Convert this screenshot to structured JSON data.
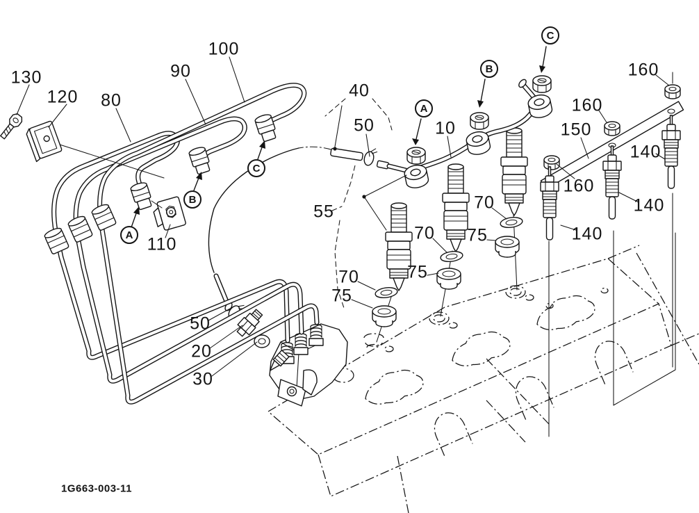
{
  "figure": {
    "part_code": "1G663-003-11"
  },
  "refs": {
    "a": "A",
    "b": "B",
    "c": "C"
  },
  "callouts": {
    "c130": "130",
    "c120": "120",
    "c80": "80",
    "c90": "90",
    "c100": "100",
    "c40": "40",
    "c50a": "50",
    "c10": "10",
    "c160a": "160",
    "c160b": "160",
    "c160c": "160",
    "c150": "150",
    "c140a": "140",
    "c140b": "140",
    "c140c": "140",
    "c70a": "70",
    "c70b": "70",
    "c70c": "70",
    "c75a": "75",
    "c75b": "75",
    "c75c": "75",
    "c55": "55",
    "c110": "110",
    "c50b": "50",
    "c20": "20",
    "c30": "30"
  },
  "colors": {
    "ink": "#141414",
    "paper": "#ffffff"
  }
}
